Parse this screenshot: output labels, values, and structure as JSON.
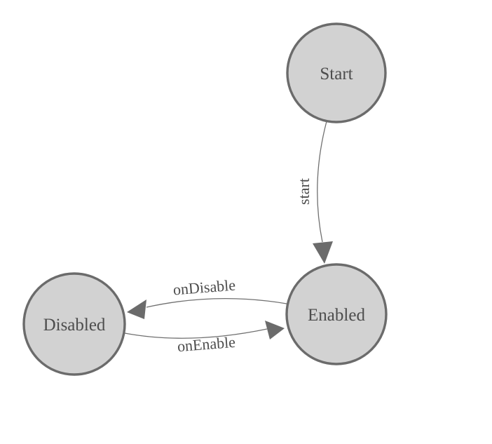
{
  "diagram": {
    "type": "state-machine",
    "colors": {
      "canvas_bg": "#ffffff",
      "node_fill": "#d2d2d2",
      "node_border": "#6b6b6b",
      "edge_stroke": "#707070",
      "arrowhead_fill": "#6b6b6b",
      "label_text": "#4d4d4d"
    },
    "nodes": {
      "start": {
        "label": "Start"
      },
      "enabled": {
        "label": "Enabled"
      },
      "disabled": {
        "label": "Disabled"
      }
    },
    "edges": {
      "start": {
        "label": "start",
        "from": "Start",
        "to": "Enabled"
      },
      "disable": {
        "label": "onDisable",
        "from": "Enabled",
        "to": "Disabled"
      },
      "enable": {
        "label": "onEnable",
        "from": "Disabled",
        "to": "Enabled"
      }
    }
  }
}
